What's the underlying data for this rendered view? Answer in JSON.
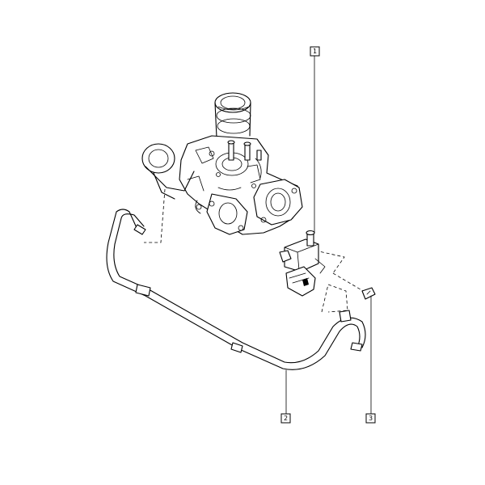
{
  "callouts": [
    {
      "id": "callout-1",
      "number": "1"
    },
    {
      "id": "callout-2",
      "number": "2"
    },
    {
      "id": "callout-3",
      "number": "3"
    }
  ]
}
